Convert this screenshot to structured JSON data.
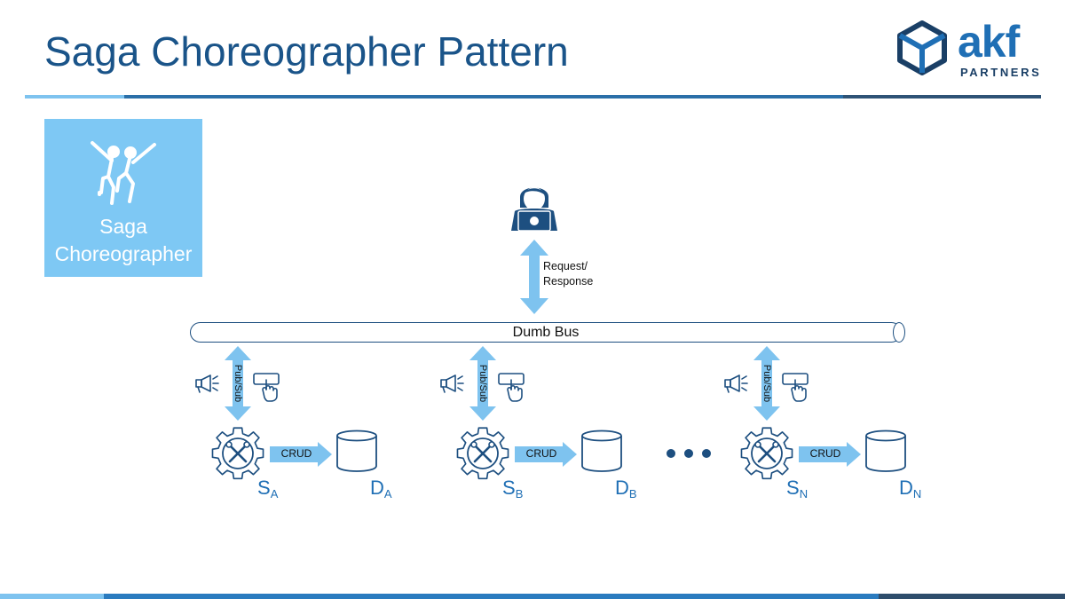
{
  "header": {
    "title": "Saga Choreographer Pattern",
    "logo_word": "akf",
    "logo_sub": "PARTNERS"
  },
  "tile": {
    "label_line1": "Saga",
    "label_line2": "Choreographer",
    "icon": "dancers-icon"
  },
  "user": {
    "icon": "user-at-laptop-icon",
    "arrow_label_line1": "Request/",
    "arrow_label_line2": "Response"
  },
  "bus": {
    "label": "Dumb Bus"
  },
  "nodes": [
    {
      "service": "S",
      "service_sub": "A",
      "db": "D",
      "db_sub": "A",
      "link_label": "Pub/Sub",
      "crud_label": "CRUD"
    },
    {
      "service": "S",
      "service_sub": "B",
      "db": "D",
      "db_sub": "B",
      "link_label": "Pub/Sub",
      "crud_label": "CRUD"
    },
    {
      "service": "S",
      "service_sub": "N",
      "db": "D",
      "db_sub": "N",
      "link_label": "Pub/Sub",
      "crud_label": "CRUD"
    }
  ],
  "colors": {
    "title": "#1a5489",
    "accent": "#7ec8f4",
    "arrow": "#7ec3ef",
    "dark": "#1d4f80"
  }
}
